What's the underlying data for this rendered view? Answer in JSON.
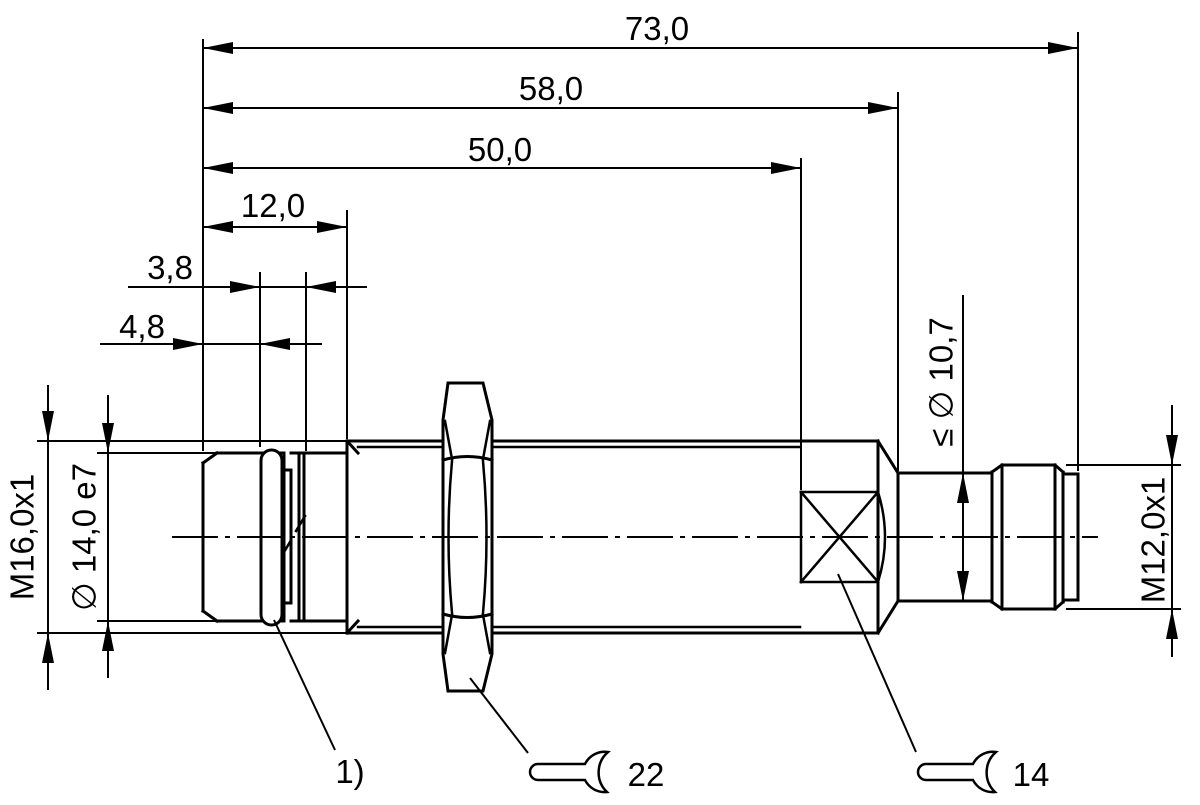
{
  "drawing": {
    "kind": "technical-dimension-drawing",
    "background": "#ffffff",
    "line_color": "#000000",
    "dims": {
      "overall_length": "73,0",
      "length_to_neck": "58,0",
      "length_to_flats": "50,0",
      "head_length": "12,0",
      "groove_width": "3,8",
      "face_to_groove": "4,8",
      "thread_left": "M16,0x1",
      "head_diameter": "∅ 14,0 e7",
      "neck_diameter": "≤ ∅ 10,7",
      "thread_right": "M12,0x1"
    },
    "notes": {
      "footnote_marker": "1)",
      "wrench_size_nut": "22",
      "wrench_size_flats": "14"
    }
  }
}
